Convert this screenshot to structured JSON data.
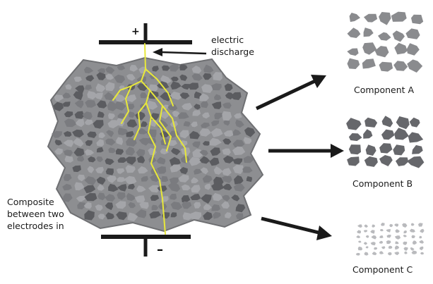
{
  "labels": {
    "electric_discharge": "electric discharge",
    "composite": "Composite between two electrodes in",
    "component_a": "Component A",
    "component_b": "Component B",
    "component_c": "Component C"
  },
  "electrodes": {
    "positive_sign": "+",
    "negative_sign": "–"
  },
  "colors": {
    "composite_fill": "#8d8e91",
    "composite_stroke": "#6f7073",
    "particle_dark": "#5b5c60",
    "particle_mid": "#7a7b7f",
    "particle_light": "#a4a5a9",
    "discharge_path": "#e8e83a",
    "electrode": "#1a1a1a",
    "arrow": "#1a1a1a",
    "component_a_fill": "#8a8b8e",
    "component_b_fill": "#66676b",
    "component_c_fill": "#b9babd"
  }
}
